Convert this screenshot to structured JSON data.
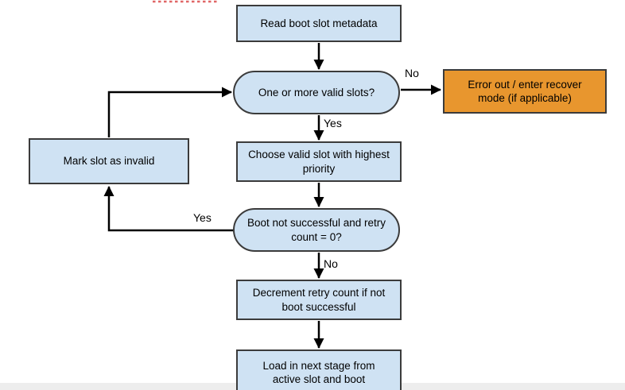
{
  "colors": {
    "process_fill": "#cfe2f3",
    "error_fill": "#e8962e",
    "node_border": "#3b3b3b",
    "arrow": "#000000",
    "red_dotted_marker": "#e06666",
    "bottom_strip": "#ededed"
  },
  "nodes": {
    "read_metadata": {
      "label": "Read boot slot metadata"
    },
    "valid_slots": {
      "label": "One or more valid slots?"
    },
    "error_out": {
      "label": "Error out / enter recover mode (if applicable)"
    },
    "choose_slot": {
      "label": "Choose valid slot with highest priority"
    },
    "mark_invalid": {
      "label": "Mark slot as invalid"
    },
    "boot_retry": {
      "label": "Boot not successful and retry count = 0?"
    },
    "decrement_retry": {
      "label": "Decrement retry count if not boot successful"
    },
    "load_next": {
      "label": "Load in next stage from active slot and boot"
    }
  },
  "edge_labels": {
    "no_error": "No",
    "yes_choose": "Yes",
    "yes_mark_invalid": "Yes",
    "no_decrement": "No"
  }
}
